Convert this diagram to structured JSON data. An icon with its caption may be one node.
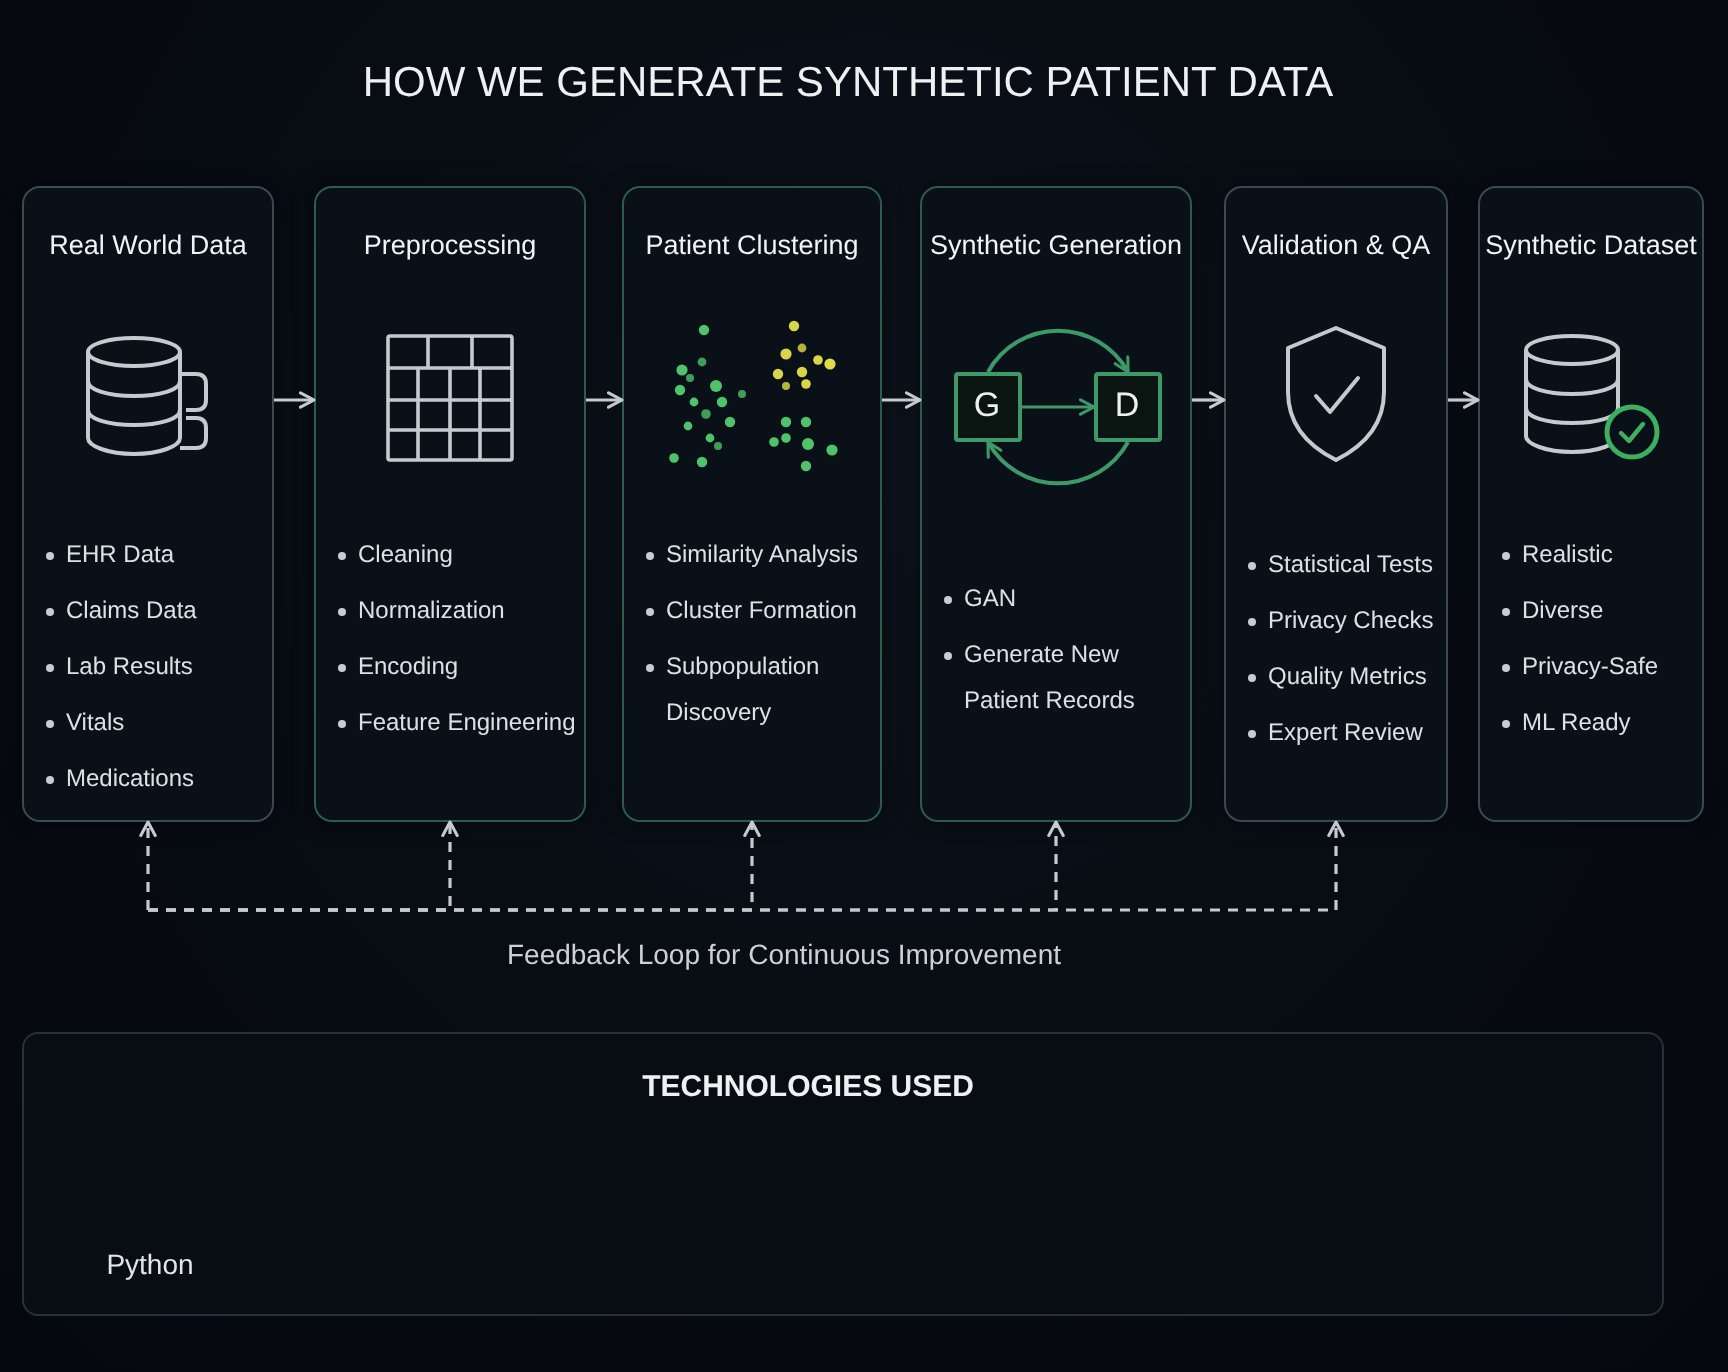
{
  "diagram": {
    "title": "HOW WE GENERATE SYNTHETIC PATIENT DATA",
    "nodes": [
      {
        "text": [
          "Real World Data",
          "EHR Data",
          "Claims Data",
          "Lab Results",
          "Vitals",
          "Medications"
        ]
      },
      {
        "text": [
          "Preprocessing",
          "Cleaning",
          "Normalization",
          "Encoding",
          "Feature Engineering"
        ]
      },
      {
        "text": [
          "Patient Clustering",
          "Similarity Analysis",
          "Cluster Formation",
          "Subpopulation Discovery"
        ]
      },
      {
        "text": [
          "Synthetic Generation",
          "GAN",
          "Generate New Patient Records"
        ]
      },
      {
        "text": [
          "G"
        ],
        "in": 3
      },
      {
        "text": [
          "D"
        ],
        "in": 3
      },
      {
        "text": [
          "Validation & QA",
          "Statistical Tests",
          "Privacy Checks",
          "Quality Metrics",
          "Expert Review"
        ]
      },
      {
        "text": [
          "Synthetic Dataset",
          "Realistic",
          "Diverse",
          "Privacy-Safe",
          "ML Ready"
        ]
      },
      {
        "text": [
          "TECHNOLOGIES USED",
          "Python"
        ]
      }
    ],
    "edges": [
      {
        "from": 0,
        "to": 1,
        "arrow": "to"
      },
      {
        "from": 1,
        "to": 2,
        "arrow": "to"
      },
      {
        "from": 2,
        "to": 3,
        "arrow": "to"
      },
      {
        "from": 3,
        "to": 6,
        "arrow": "to"
      },
      {
        "from": 6,
        "to": 7,
        "arrow": "to"
      },
      {
        "from": 4,
        "to": 5,
        "arrow": "to",
        "color": "#3d9a68"
      },
      {
        "from": 4,
        "to": 5,
        "arrow": "to",
        "color": "#3d9a68"
      },
      {
        "from": 5,
        "to": 4,
        "arrow": "to",
        "color": "#3d9a68"
      },
      {
        "from": null,
        "to": 0,
        "arrow": "to",
        "style": "dashed"
      },
      {
        "from": null,
        "to": 1,
        "arrow": "to",
        "style": "dashed"
      },
      {
        "from": null,
        "to": 2,
        "arrow": "to",
        "style": "dashed"
      },
      {
        "from": null,
        "to": 3,
        "arrow": "to",
        "style": "dashed"
      },
      {
        "from": null,
        "to": 6,
        "arrow": "to",
        "style": "dashed"
      }
    ],
    "labels": [
      "Feedback Loop for Continuous Improvement"
    ]
  }
}
